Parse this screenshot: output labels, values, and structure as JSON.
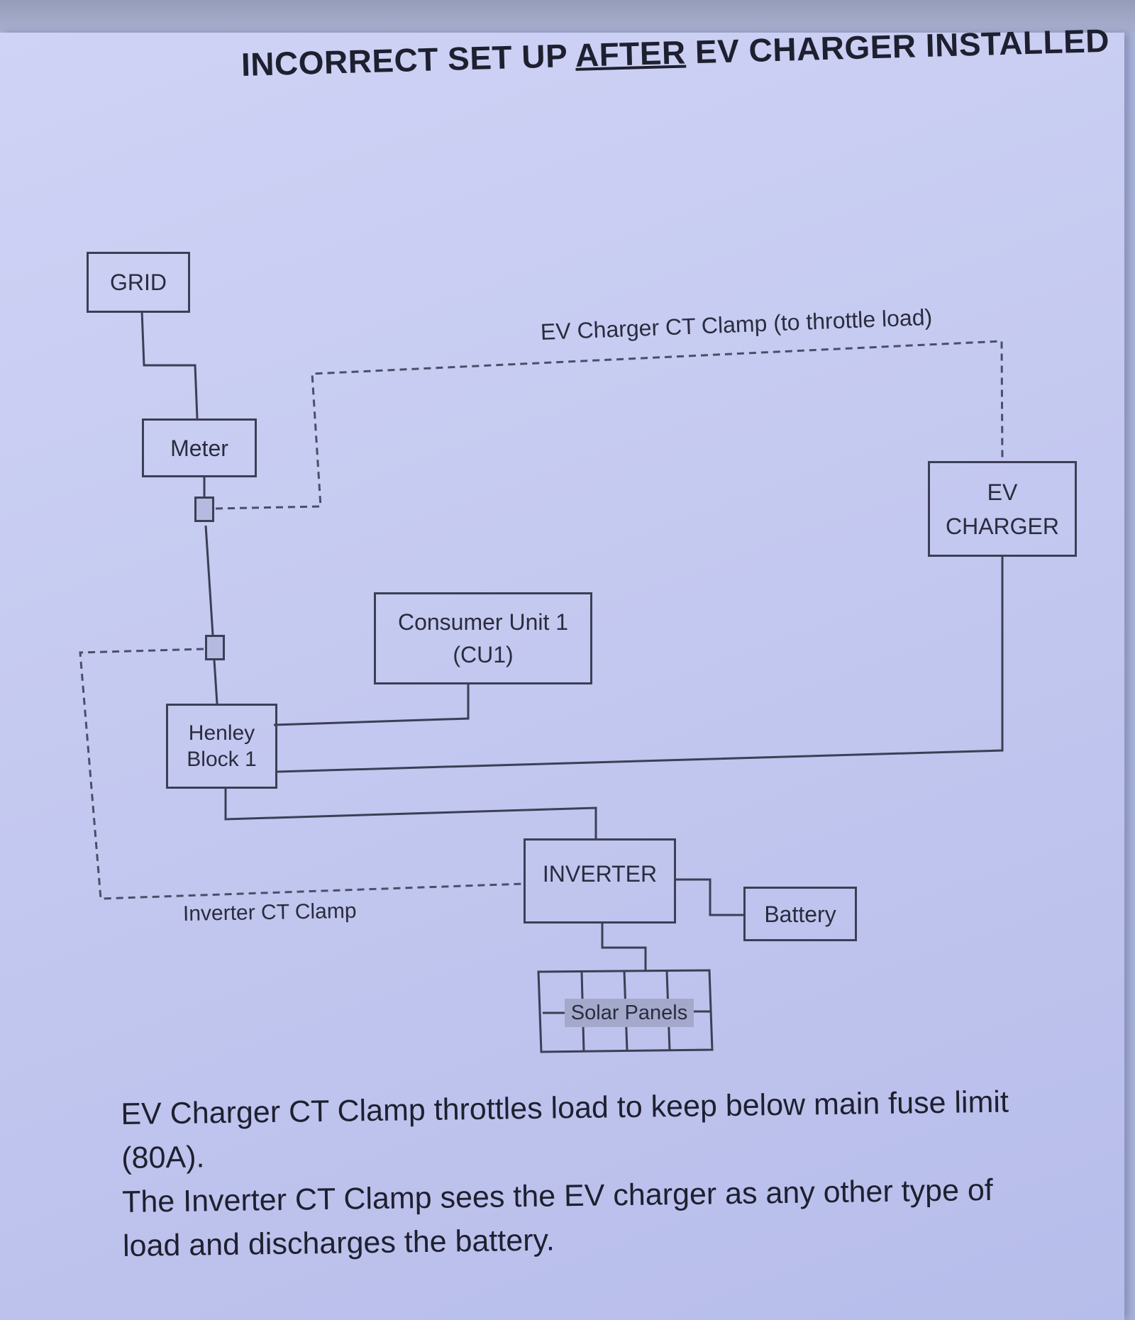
{
  "title": {
    "before": "INCORRECT SET UP ",
    "underlined": "AFTER",
    "after": " EV CHARGER INSTALLED"
  },
  "nodes": {
    "grid": "GRID",
    "meter": "Meter",
    "ev_charger": [
      "EV",
      "CHARGER"
    ],
    "consumer_unit": [
      "Consumer Unit 1",
      "(CU1)"
    ],
    "henley_block": [
      "Henley",
      "Block 1"
    ],
    "inverter": "INVERTER",
    "battery": "Battery",
    "solar_panels": "Solar Panels"
  },
  "labels": {
    "ev_ct_clamp": "EV Charger CT Clamp (to throttle load)",
    "inverter_ct_clamp": "Inverter CT Clamp"
  },
  "caption": [
    "EV Charger CT Clamp throttles load to keep below main fuse limit (80A).",
    "The Inverter CT Clamp sees the EV charger as any other type of load and discharges the battery."
  ]
}
